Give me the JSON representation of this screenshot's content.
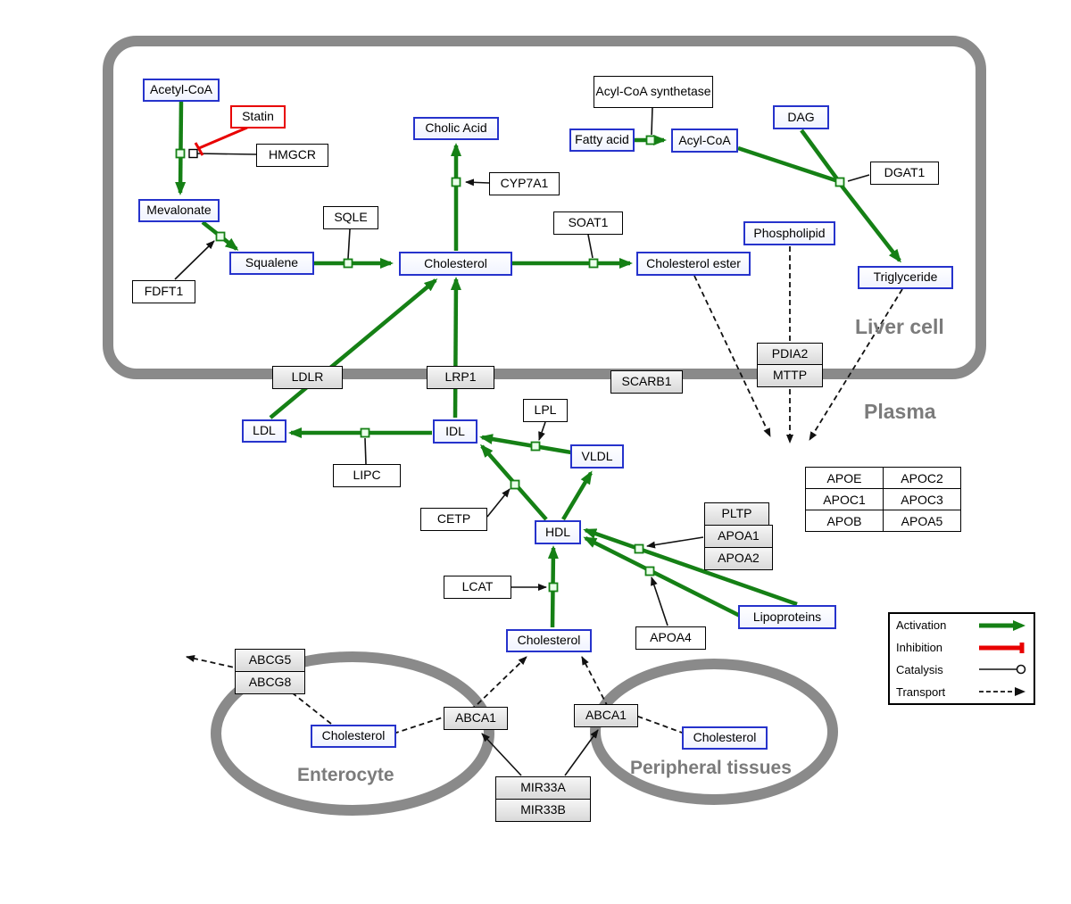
{
  "regions": {
    "liver_cell": "Liver cell",
    "plasma": "Plasma",
    "enterocyte": "Enterocyte",
    "peripheral_tissues": "Peripheral tissues"
  },
  "nodes": {
    "acetyl_coa": "Acetyl-CoA",
    "statin": "Statin",
    "hmgcr": "HMGCR",
    "mevalonate": "Mevalonate",
    "fdft1": "FDFT1",
    "squalene": "Squalene",
    "sqle": "SQLE",
    "cholic_acid": "Cholic Acid",
    "cyp7a1": "CYP7A1",
    "cholesterol_liver": "Cholesterol",
    "soat1": "SOAT1",
    "cholesterol_ester": "Cholesterol ester",
    "acyl_coa_synthetase": "Acyl-CoA synthetase",
    "fatty_acid": "Fatty acid",
    "acyl_coa": "Acyl-CoA",
    "dag": "DAG",
    "dgat1": "DGAT1",
    "phospholipid": "Phospholipid",
    "triglyceride": "Triglyceride",
    "ldlr": "LDLR",
    "lrp1": "LRP1",
    "scarb1": "SCARB1",
    "pdia2": "PDIA2",
    "mttp": "MTTP",
    "ldl": "LDL",
    "idl": "IDL",
    "lipc": "LIPC",
    "lpl": "LPL",
    "vldl": "VLDL",
    "cetp": "CETP",
    "hdl": "HDL",
    "lcat": "LCAT",
    "pltp": "PLTP",
    "apoa1": "APOA1",
    "apoa2": "APOA2",
    "apoa4": "APOA4",
    "lipoproteins": "Lipoproteins",
    "cholesterol_plasma": "Cholesterol",
    "abcg5": "ABCG5",
    "abcg8": "ABCG8",
    "cholesterol_enterocyte": "Cholesterol",
    "abca1_left": "ABCA1",
    "abca1_right": "ABCA1",
    "cholesterol_peripheral": "Cholesterol",
    "mir33a": "MIR33A",
    "mir33b": "MIR33B"
  },
  "apo_table": [
    [
      "APOE",
      "APOC2"
    ],
    [
      "APOC1",
      "APOC3"
    ],
    [
      "APOB",
      "APOA5"
    ]
  ],
  "legend": {
    "activation": "Activation",
    "inhibition": "Inhibition",
    "catalysis": "Catalysis",
    "transport": "Transport"
  },
  "colors": {
    "activation_green": "#158015",
    "inhibition_red": "#e80000",
    "metabolite_blue": "#2633cc",
    "membrane_gray": "#8a8a8a",
    "label_gray": "#7b7b7b"
  }
}
